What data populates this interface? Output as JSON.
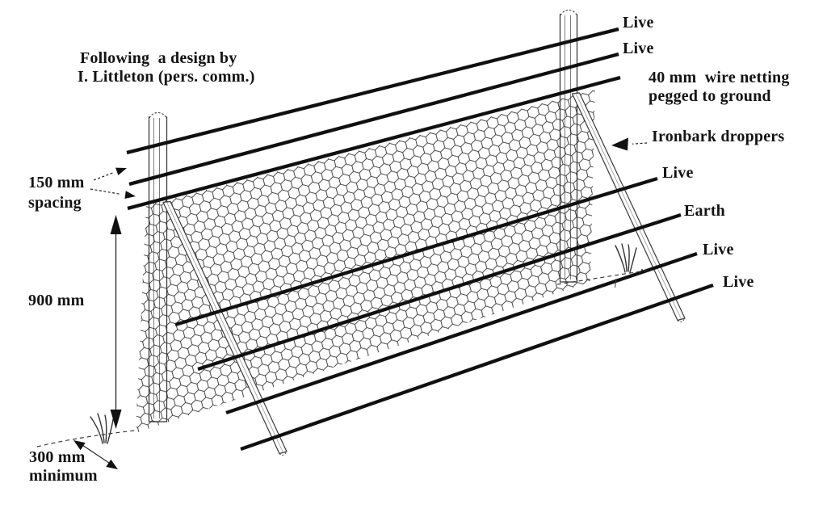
{
  "figure": {
    "credit": {
      "line1": "Following  a design by",
      "line2": "I. Littleton (pers. comm.)"
    },
    "wire_labels": {
      "top1": "Live",
      "top2": "Live",
      "mid": "Live",
      "earth": "Earth",
      "low": "Live",
      "bottom": "Live"
    },
    "notes": {
      "netting_line1": "40 mm  wire netting",
      "netting_line2": "pegged to ground",
      "droppers": "Ironbark droppers"
    },
    "measurements": {
      "spacing_line1": "150 mm",
      "spacing_line2": "spacing",
      "height": "900 mm",
      "minimum_line1": "300 mm",
      "minimum_line2": "minimum"
    },
    "ink_color": "#141414"
  }
}
